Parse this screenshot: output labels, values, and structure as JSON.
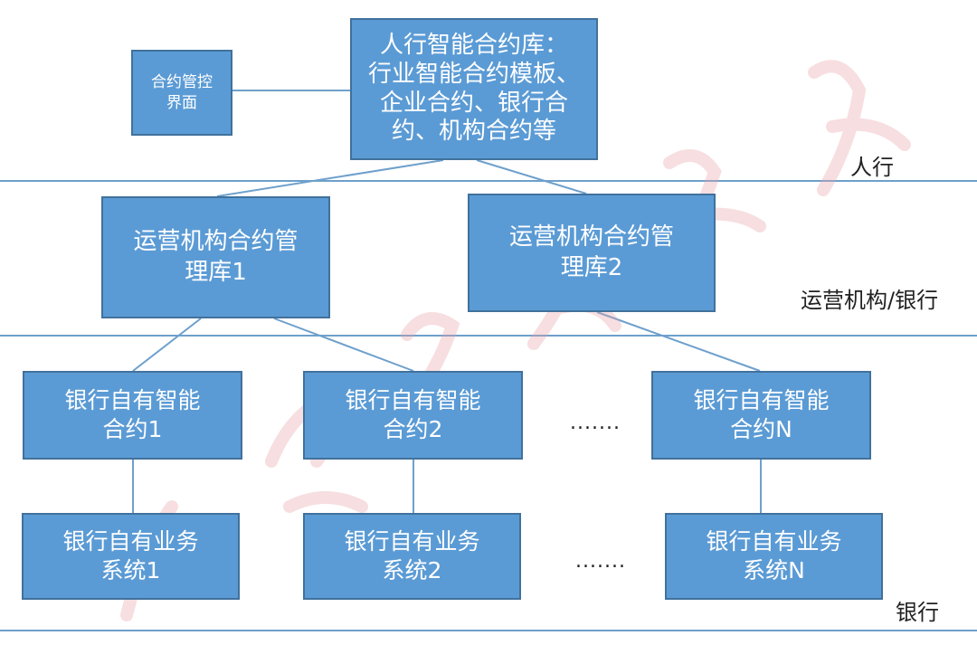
{
  "boxes": {
    "contract_control_ui": "合约管控\n界面",
    "pboc_library": "人行智能合约库：\n行业智能合约模板、\n企业合约、银行合\n约、机构合约等",
    "ops_library_1": "运营机构合约管\n理库1",
    "ops_library_2": "运营机构合约管\n理库2",
    "bank_contract_1": "银行自有智能\n合约1",
    "bank_contract_2": "银行自有智能\n合约2",
    "bank_contract_n": "银行自有智能\n合约N",
    "bank_system_1": "银行自有业务\n系统1",
    "bank_system_2": "银行自有业务\n系统2",
    "bank_system_n": "银行自有业务\n系统N"
  },
  "tiers": {
    "pboc": "人行",
    "ops": "运营机构/银行",
    "bank": "银行"
  },
  "ellipsis": {
    "contracts": ".......",
    "systems": "......."
  },
  "colors": {
    "box_fill": "#5b9bd5",
    "box_border": "#41719c",
    "connector": "#6ea0cc",
    "watermark": "#e8a0a6"
  }
}
